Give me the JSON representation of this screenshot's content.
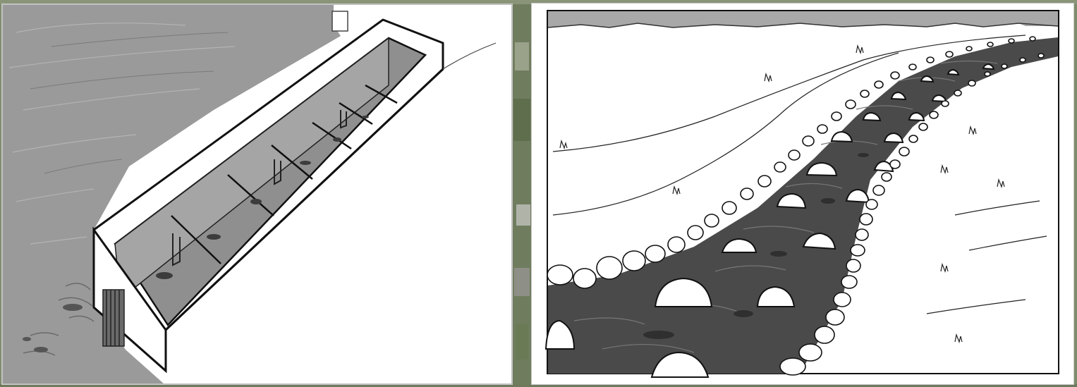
{
  "image": {
    "background": "aerial-photo",
    "panels": [
      {
        "id": "left",
        "subject": "concrete-fish-ladder-sketch"
      },
      {
        "id": "right",
        "subject": "rock-ramp-stream-sketch"
      }
    ]
  },
  "colors": {
    "water_dark": "#4a4a4a",
    "surface_gray": "#9a9a9a",
    "paper": "#ffffff",
    "ink": "#1a1a1a",
    "sky_band": "#a8a8a8",
    "aerial_green": "#7b8a6a"
  }
}
